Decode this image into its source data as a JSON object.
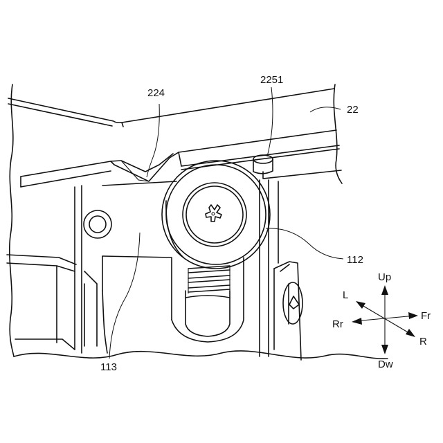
{
  "labels": {
    "ref_224": "224",
    "ref_2251": "2251",
    "ref_22": "22",
    "ref_112": "112",
    "ref_113": "113"
  },
  "direction_indicator": {
    "up": "Up",
    "down": "Dw",
    "left": "L",
    "right": "R",
    "front": "Fr",
    "rear": "Rr"
  }
}
